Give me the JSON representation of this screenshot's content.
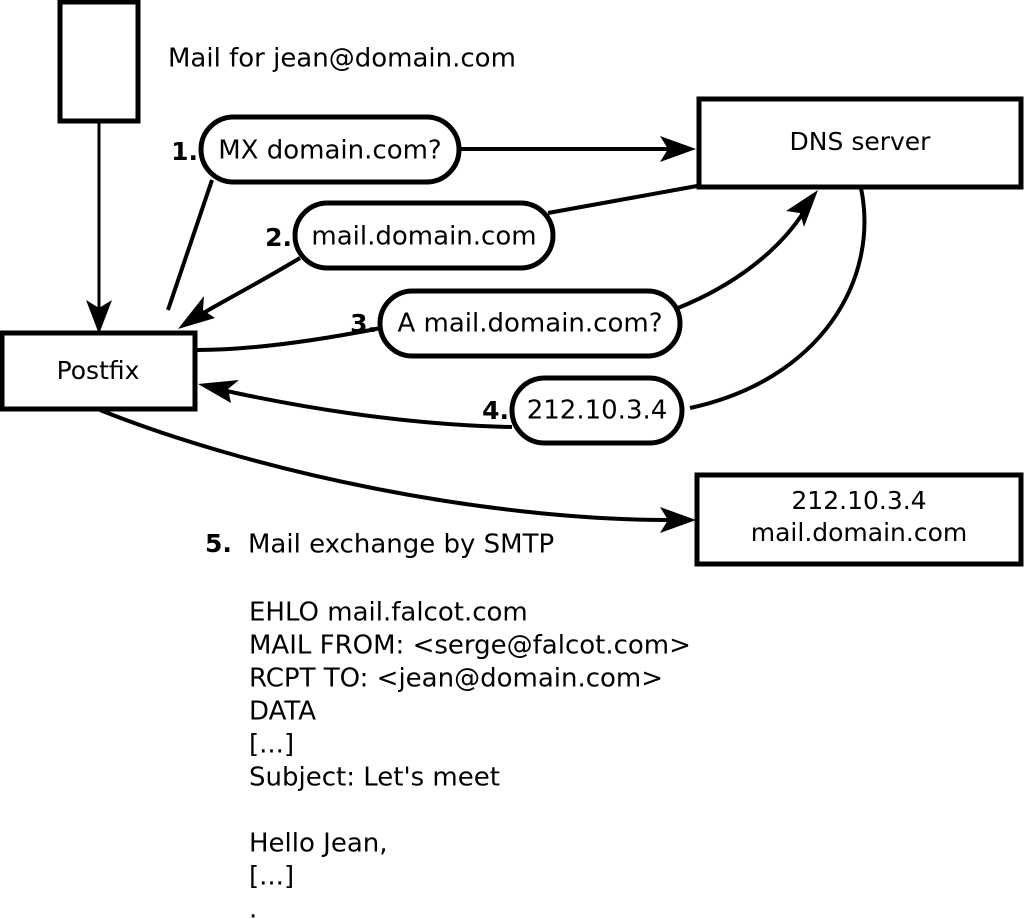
{
  "diagram": {
    "title_note": "Mail for jean@domain.com",
    "nodes": [
      {
        "id": "sender",
        "label": ""
      },
      {
        "id": "postfix",
        "label": "Postfix"
      },
      {
        "id": "dns",
        "label": "DNS server"
      },
      {
        "id": "target",
        "label_line1": "212.10.3.4",
        "label_line2": "mail.domain.com"
      }
    ],
    "steps": [
      {
        "num": "1.",
        "label": "MX domain.com?"
      },
      {
        "num": "2.",
        "label": "mail.domain.com"
      },
      {
        "num": "3.",
        "label": "A mail.domain.com?"
      },
      {
        "num": "4.",
        "label": "212.10.3.4"
      }
    ],
    "step5": {
      "num": "5.",
      "label": "Mail exchange by SMTP"
    },
    "smtp_transcript": [
      "EHLO mail.falcot.com",
      "MAIL FROM: <serge@falcot.com>",
      "RCPT TO: <jean@domain.com>",
      "DATA",
      "[...]",
      "Subject: Let's meet",
      "",
      "Hello Jean,",
      "[...]",
      "."
    ],
    "colors": {
      "stroke": "#000000",
      "fill": "#ffffff",
      "background": "#ffffff"
    }
  }
}
